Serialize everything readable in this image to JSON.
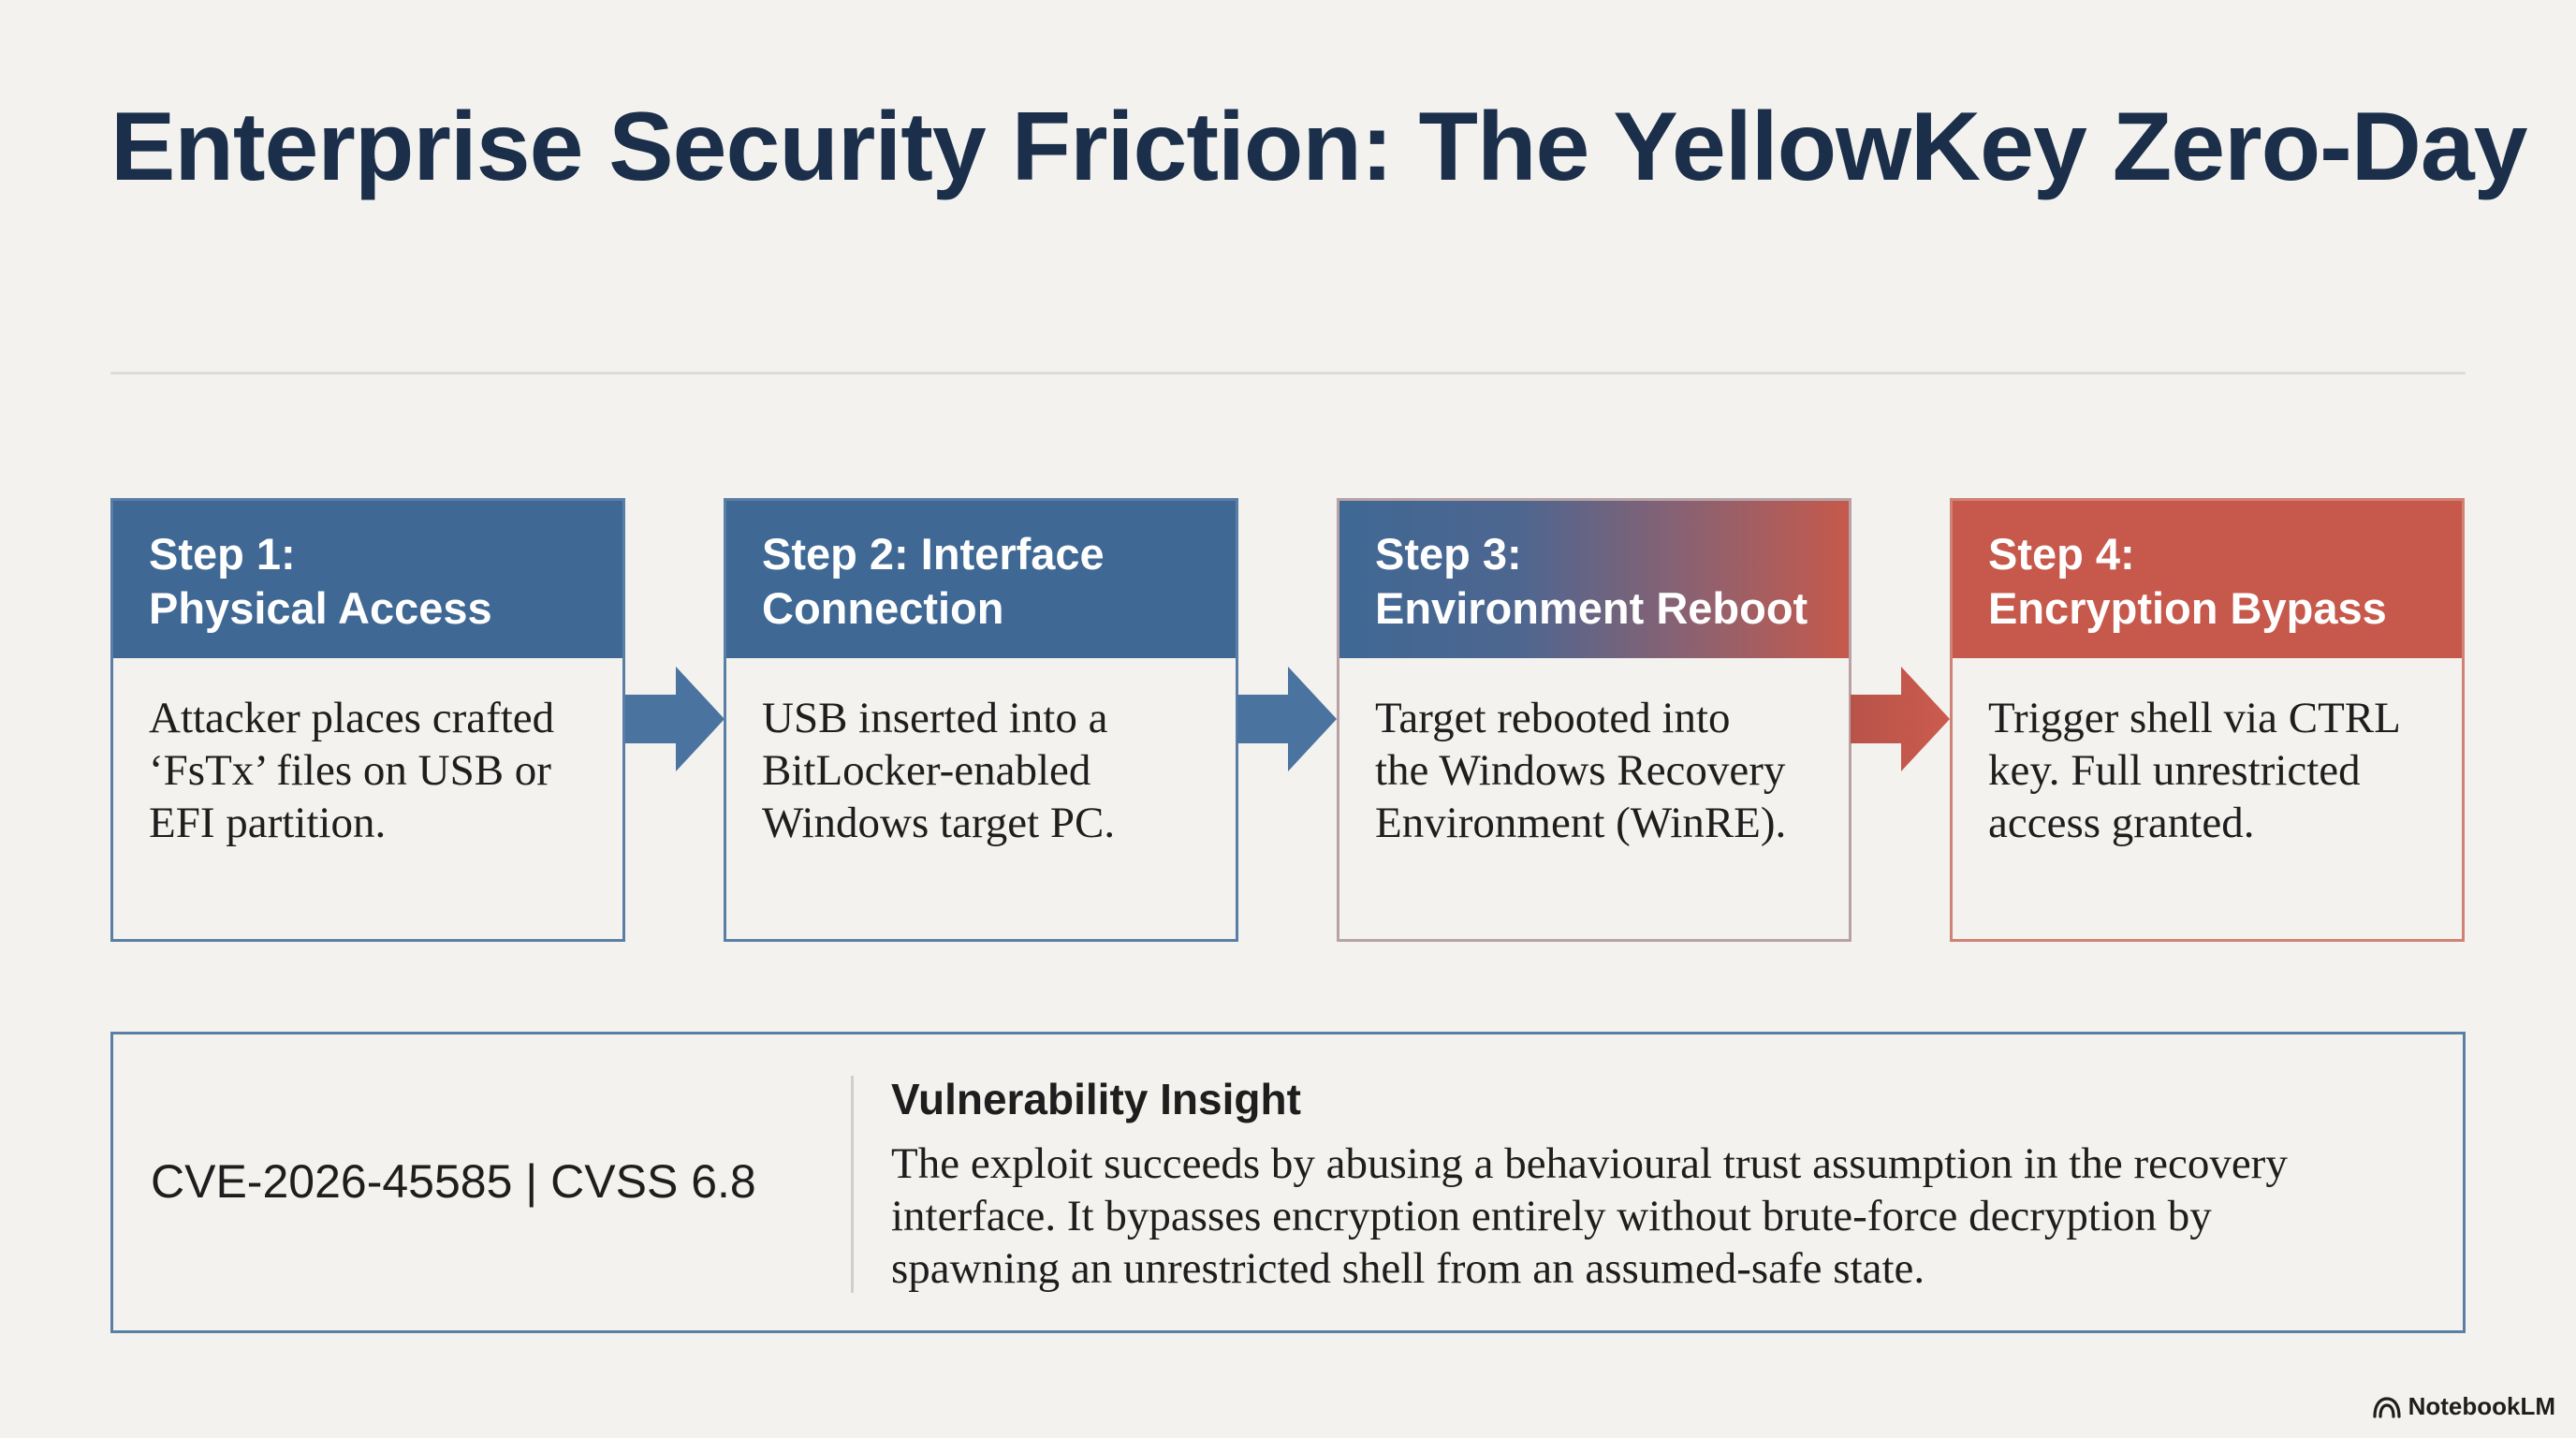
{
  "title": "Enterprise Security Friction: The YellowKey Zero-Day",
  "steps": [
    {
      "title_lines": [
        "Step 1:",
        "Physical Access"
      ],
      "body_lines": [
        "Attacker places crafted",
        "‘FsTx’ files on USB or",
        "EFI partition."
      ]
    },
    {
      "title_lines": [
        "Step 2: Interface",
        "Connection"
      ],
      "body_lines": [
        "USB inserted into a",
        "BitLocker-enabled",
        "Windows target PC."
      ]
    },
    {
      "title_lines": [
        "Step 3:",
        "Environment Reboot"
      ],
      "body_lines": [
        "Target rebooted into",
        "the Windows Recovery",
        "Environment (WinRE)."
      ]
    },
    {
      "title_lines": [
        "Step 4:",
        "Encryption Bypass"
      ],
      "body_lines": [
        "Trigger shell via CTRL",
        "key. Full unrestricted",
        "access granted."
      ]
    }
  ],
  "insight": {
    "cve": "CVE-2026-45585 | CVSS 6.8",
    "title": "Vulnerability Insight",
    "text_lines": [
      "The exploit succeeds by abusing a behavioural trust assumption in the recovery",
      "interface. It bypasses encryption entirely without brute-force decryption by",
      "spawning an unrestricted shell from an assumed-safe state."
    ]
  },
  "brand": "NotebookLM",
  "colors": {
    "blue": "#3f6894",
    "red": "#c6594b",
    "title": "#1b2f4b",
    "background": "#f3f2ee"
  }
}
